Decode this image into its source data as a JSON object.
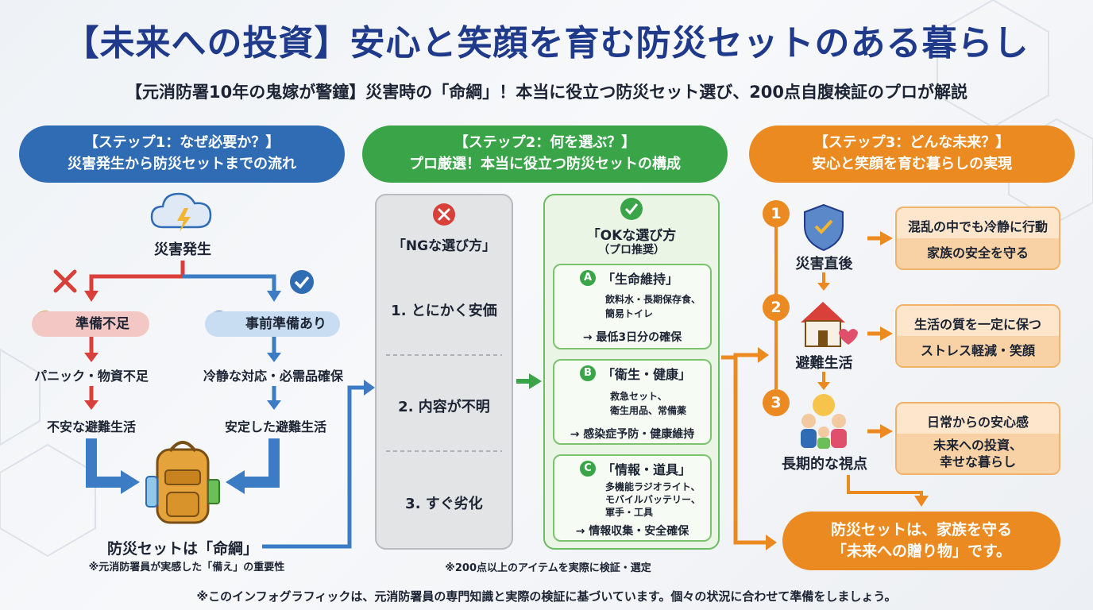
{
  "title": "【未来への投資】安心と笑顔を育む防災セットのある暮らし",
  "subtitle": "【元消防署10年の鬼嫁が警鐘】災害時の「命綱」！本当に役立つ防災セット選び、200点自腹検証のプロが解説",
  "step1": {
    "line1": "【ステップ1：なぜ必要か？】",
    "line2": "災害発生から防災セットまでの流れ",
    "disaster": "災害発生",
    "bad_label": "準備不足",
    "good_label": "事前準備あり",
    "bad_result": "パニック・物資不足",
    "good_result": "冷静な対応・必需品確保",
    "bad_life": "不安な避難生活",
    "good_life": "安定した避難生活",
    "kit_label": "防災セットは「命綱」",
    "kit_note": "※元消防署員が実感した「備え」の重要性"
  },
  "step2": {
    "line1": "【ステップ2：何を選ぶ？】",
    "line2": "プロ厳選！本当に役立つ防災セットの構成",
    "ng_title": "「NGな選び方」",
    "ng_items": [
      "1. とにかく安価",
      "2. 内容が不明",
      "3. すぐ劣化"
    ],
    "ok_title": "「OKな選び方",
    "ok_sub": "（プロ推奨）",
    "cards": [
      {
        "letter": "A",
        "title": "「生命維持」",
        "desc1": "飲料水・長期保存食、",
        "desc2": "簡易トイレ",
        "result": "→ 最低3日分の確保"
      },
      {
        "letter": "B",
        "title": "「衛生・健康」",
        "desc1": "救急セット、",
        "desc2": "衛生用品、常備薬",
        "result": "→ 感染症予防・健康維持"
      },
      {
        "letter": "C",
        "title": "「情報・道具」",
        "desc1": "多機能ラジオライト、",
        "desc2": "モバイルバッテリー、",
        "desc3": "軍手・工具",
        "result": "→ 情報収集・安全確保"
      }
    ],
    "note": "※200点以上のアイテムを実際に検証・選定"
  },
  "step3": {
    "line1": "【ステップ3：どんな未来？】",
    "line2": "安心と笑顔を育む暮らしの実現",
    "stages": [
      {
        "num": "1",
        "label": "災害直後",
        "top": "混乱の中でも冷静に行動",
        "bottom": "家族の安全を守る"
      },
      {
        "num": "2",
        "label": "避難生活",
        "top": "生活の質を一定に保つ",
        "bottom": "ストレス軽減・笑顔"
      },
      {
        "num": "3",
        "label": "長期的な視点",
        "top": "日常からの安心感",
        "bottom1": "未来への投資、",
        "bottom2": "幸せな暮らし"
      }
    ],
    "final1": "防災セットは、家族を守る",
    "final2": "「未来への贈り物」です。"
  },
  "footnote": "※このインフォグラフィックは、元消防署員の専門知識と実際の検証に基づいています。個々の状況に合わせて準備をしましょう。",
  "colors": {
    "blue": "#2f6cb4",
    "green": "#3aa548",
    "orange": "#ec8a22",
    "red": "#d9403a",
    "navy": "#1f3a8a"
  }
}
